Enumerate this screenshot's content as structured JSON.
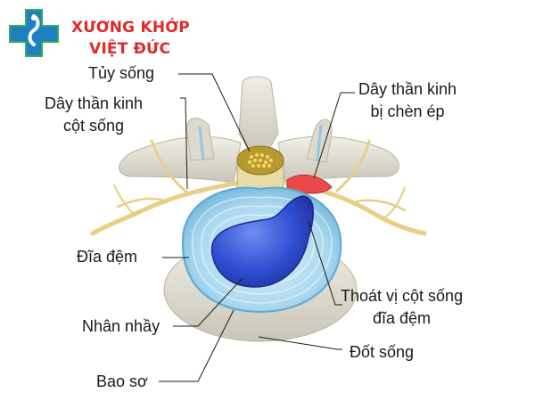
{
  "brand": {
    "line1": "XƯƠNG KHỚP",
    "line2": "VIỆT ĐỨC",
    "colors": {
      "red": "#e02a2a",
      "green": "#2fae52",
      "blue": "#1f7fc4"
    }
  },
  "labels": {
    "tuy_song": "Tủy sống",
    "day_than_kinh_cot_song_1": "Dây thần kinh",
    "day_than_kinh_cot_song_2": "cột sống",
    "day_than_kinh_bi_chen_ep_1": "Dây thần kinh",
    "day_than_kinh_bi_chen_ep_2": "bị chèn ép",
    "dia_dem": "Đĩa đệm",
    "thoat_vi_1": "Thoát vị cột sống",
    "thoat_vi_2": "đĩa đệm",
    "nhan_nhay": "Nhân nhầy",
    "dot_song": "Đốt sống",
    "bao_so": "Bao sơ"
  }
}
